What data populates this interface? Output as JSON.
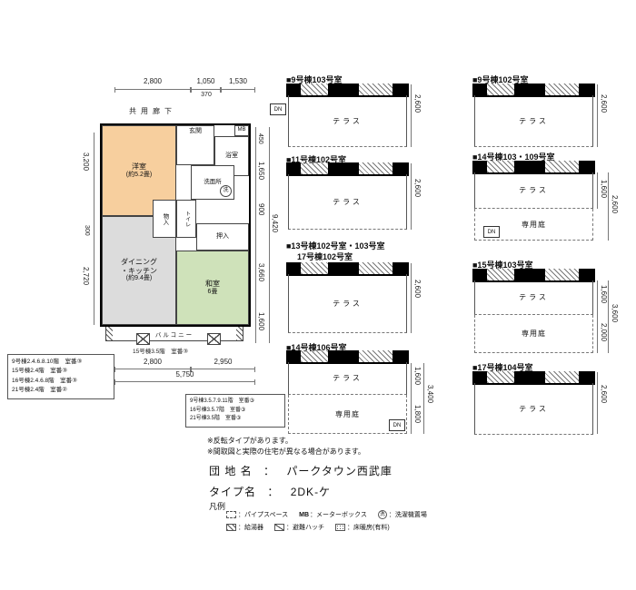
{
  "labels": {
    "dn": "DN",
    "corridor": "共用廊下",
    "balcony": "バルコニー",
    "entrance": "玄関",
    "bath": "浴室",
    "mb": "MB",
    "washroom": "洗面所",
    "toilet": "トイレ",
    "storage": "物入",
    "closet": "押入",
    "washer": "洗"
  },
  "rooms": {
    "western": {
      "name": "洋室",
      "size": "(約5.2畳)"
    },
    "dk": {
      "name1": "ダイニング",
      "name2": "・キッチン",
      "size": "(約9.4畳)"
    },
    "japanese": {
      "name": "和室",
      "size": "6畳"
    }
  },
  "dims": {
    "top": [
      "2,800",
      "1,050",
      "1,530"
    ],
    "top_sub": "370",
    "left": [
      "3,200",
      "300",
      "2,720"
    ],
    "right": [
      "450",
      "1,650",
      "900",
      "3,660",
      "1,600"
    ],
    "right_total": "9,420",
    "bottom": [
      "2,800",
      "2,950"
    ],
    "bottom_total": "5,750"
  },
  "floor_notes": {
    "box1": [
      "9号棟2.4.6.8.10階　室番③",
      "15号棟2.4階　室番③",
      "16号棟2.4.6.8階　室番③",
      "21号棟2.4階　室番②"
    ],
    "plan_note": "15号棟3.5階　室番③",
    "box2": [
      "9号棟3.5.7.9.11階　室番③",
      "16号棟3.5.7階　室番③",
      "21号棟3.5階　室番③"
    ]
  },
  "remarks": [
    "※反転タイプがあります。",
    "※間取図と実際の住宅が異なる場合があります。"
  ],
  "title_block": {
    "estate_label": "団 地 名",
    "type_label": "タイプ名",
    "separator": "：",
    "estate_value": "パークタウン西武庫",
    "type_value": "2DK-ケ"
  },
  "legend": {
    "heading": "凡例",
    "items": [
      {
        "label": "：パイプスペース"
      },
      {
        "prefix": "MB",
        "label": "：メーターボックス"
      },
      {
        "symbol_text": "洗",
        "label": "：洗濯機置場"
      },
      {
        "label": "：給湯器"
      },
      {
        "label": "：避難ハッチ"
      },
      {
        "label": "：床暖房(有料)"
      }
    ]
  },
  "units": [
    {
      "title": "■9号棟103号室",
      "terrace": "テラス",
      "dims": [
        "2,600"
      ]
    },
    {
      "title": "■11号棟102号室",
      "terrace": "テラス",
      "dims": [
        "2,600"
      ]
    },
    {
      "title": "■13号棟102号室・103号室",
      "title2": "17号棟102号室",
      "terrace": "テラス",
      "dims": [
        "2,600"
      ]
    },
    {
      "title": "■14号棟106号室",
      "terrace": "テラス",
      "garden": "専用庭",
      "dims": [
        "1,600",
        "1,800",
        "3,400"
      ]
    },
    {
      "title": "■9号棟102号室",
      "terrace": "テラス",
      "dims": [
        "2,600"
      ]
    },
    {
      "title": "■14号棟103・109号室",
      "terrace": "テラス",
      "garden": "専用庭",
      "dims": [
        "1,600",
        "2,600"
      ]
    },
    {
      "title": "■15号棟103号室",
      "terrace": "テラス",
      "garden": "専用庭",
      "dims": [
        "1,600",
        "2,000",
        "3,600"
      ]
    },
    {
      "title": "■17号棟104号室",
      "terrace": "テラス",
      "dims": [
        "2,600"
      ]
    }
  ]
}
